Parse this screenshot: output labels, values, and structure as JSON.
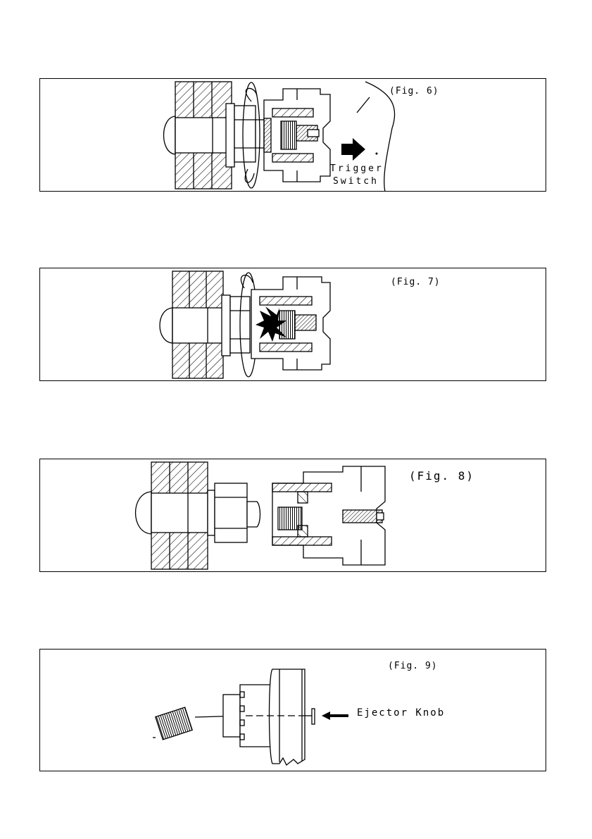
{
  "figures": [
    {
      "id": "fig6",
      "label": "(Fig. 6)",
      "callout": [
        "Trigger",
        "Switch"
      ]
    },
    {
      "id": "fig7",
      "label": "(Fig. 7)"
    },
    {
      "id": "fig8",
      "label": "(Fig. 8)"
    },
    {
      "id": "fig9",
      "label": "(Fig. 9)",
      "callout": [
        "Ejector Knob"
      ]
    }
  ]
}
